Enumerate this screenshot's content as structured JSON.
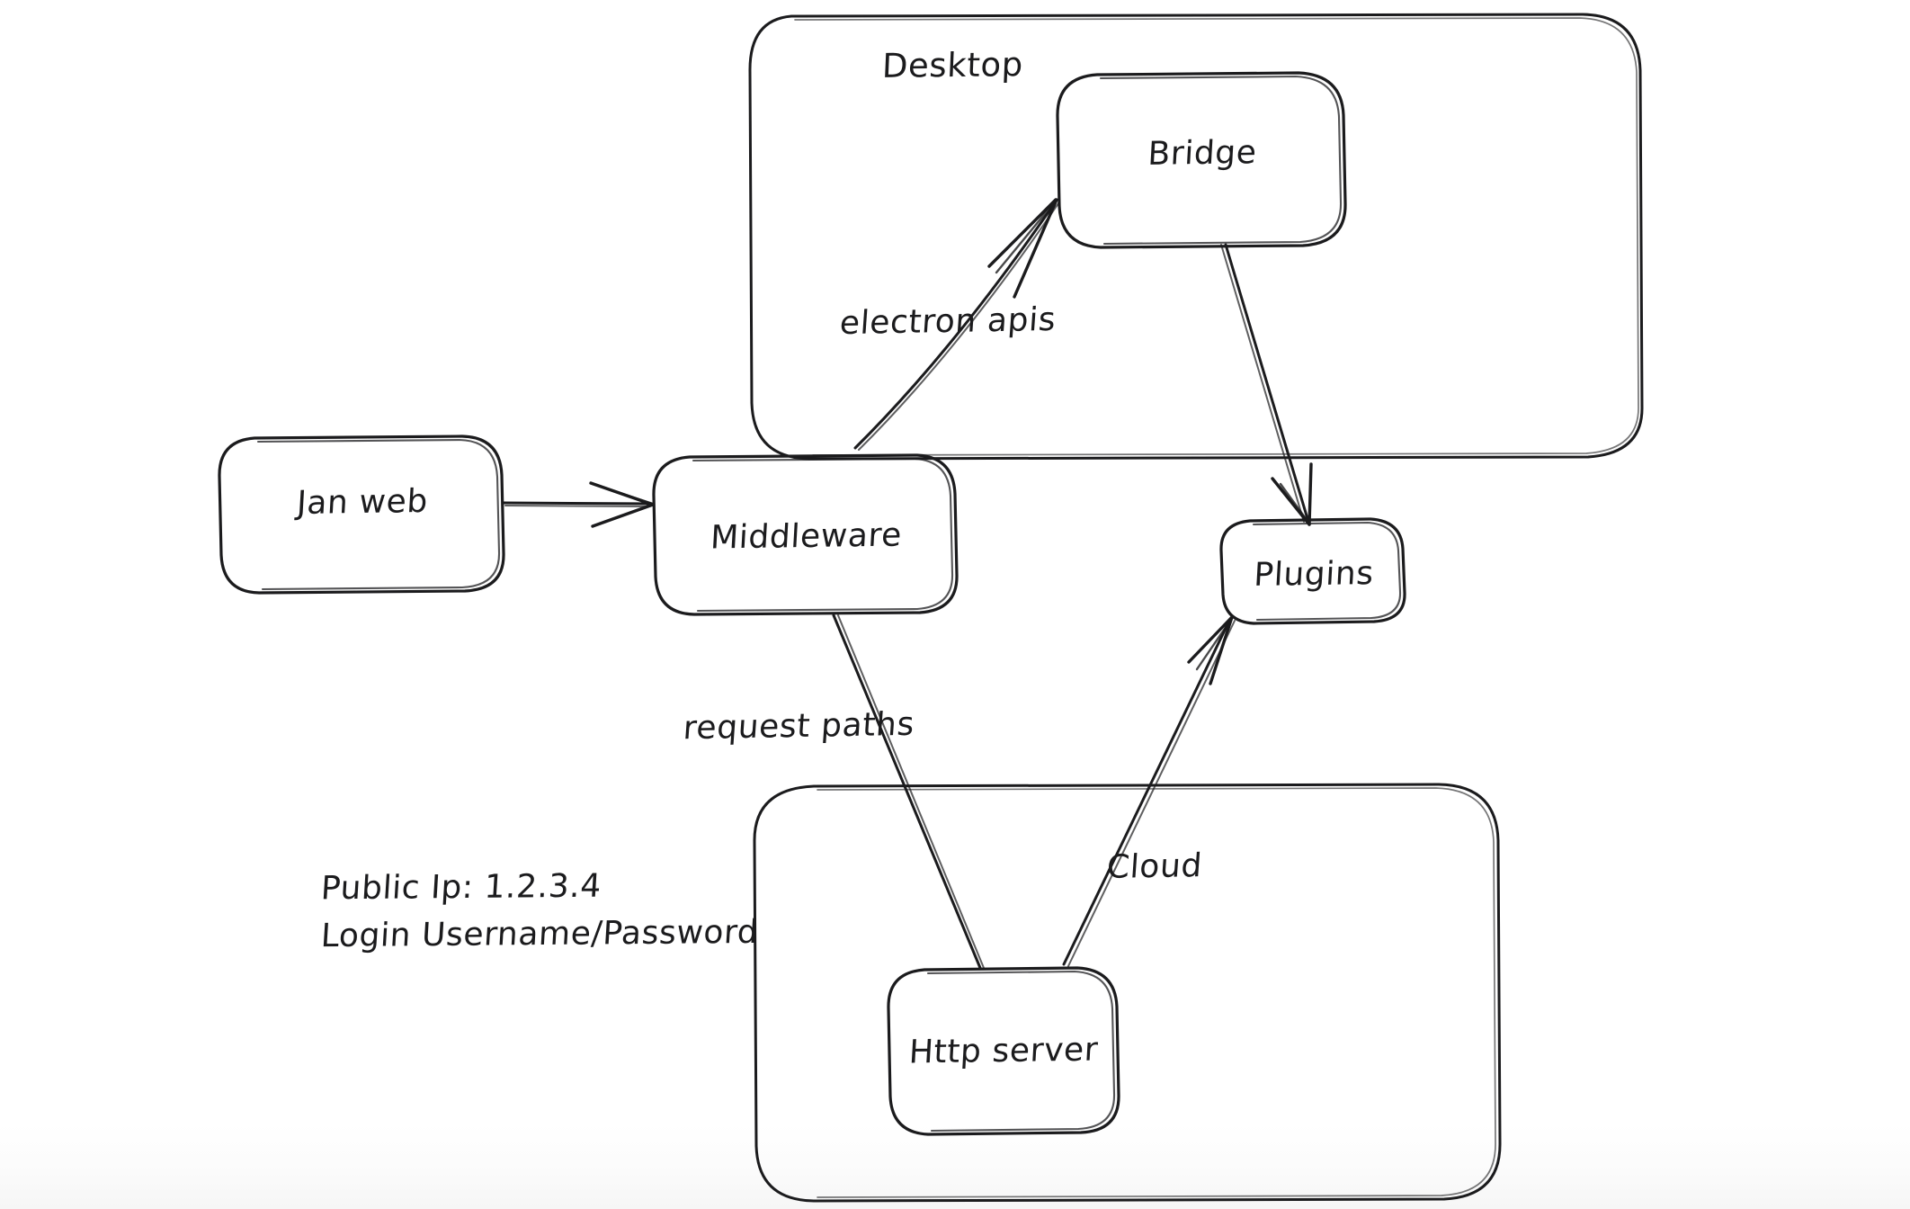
{
  "diagram": {
    "title_visible": false,
    "background_color": "#ffffff",
    "ink_color": "#1b1b1d",
    "groups": [
      {
        "id": "desktop",
        "label": "Desktop"
      },
      {
        "id": "cloud_group",
        "label": ""
      }
    ],
    "nodes": [
      {
        "id": "jan_web",
        "label": "Jan web"
      },
      {
        "id": "middleware",
        "label": "Middleware"
      },
      {
        "id": "bridge",
        "label": "Bridge"
      },
      {
        "id": "plugins",
        "label": "Plugins"
      },
      {
        "id": "http_server",
        "label": "Http server"
      }
    ],
    "edges": [
      {
        "id": "e1",
        "from": "jan_web",
        "to": "middleware",
        "label": ""
      },
      {
        "id": "e2",
        "from": "middleware",
        "to": "bridge",
        "label": "electron apis"
      },
      {
        "id": "e3",
        "from": "bridge",
        "to": "plugins",
        "label": ""
      },
      {
        "id": "e4",
        "from": "middleware",
        "to": "http_server",
        "label": "request paths"
      },
      {
        "id": "e5",
        "from": "http_server",
        "to": "plugins",
        "label": "Cloud"
      }
    ],
    "notes": [
      {
        "id": "public_ip",
        "line1": "Public Ip: 1.2.3.4",
        "line2": "Login Username/Password"
      }
    ]
  }
}
